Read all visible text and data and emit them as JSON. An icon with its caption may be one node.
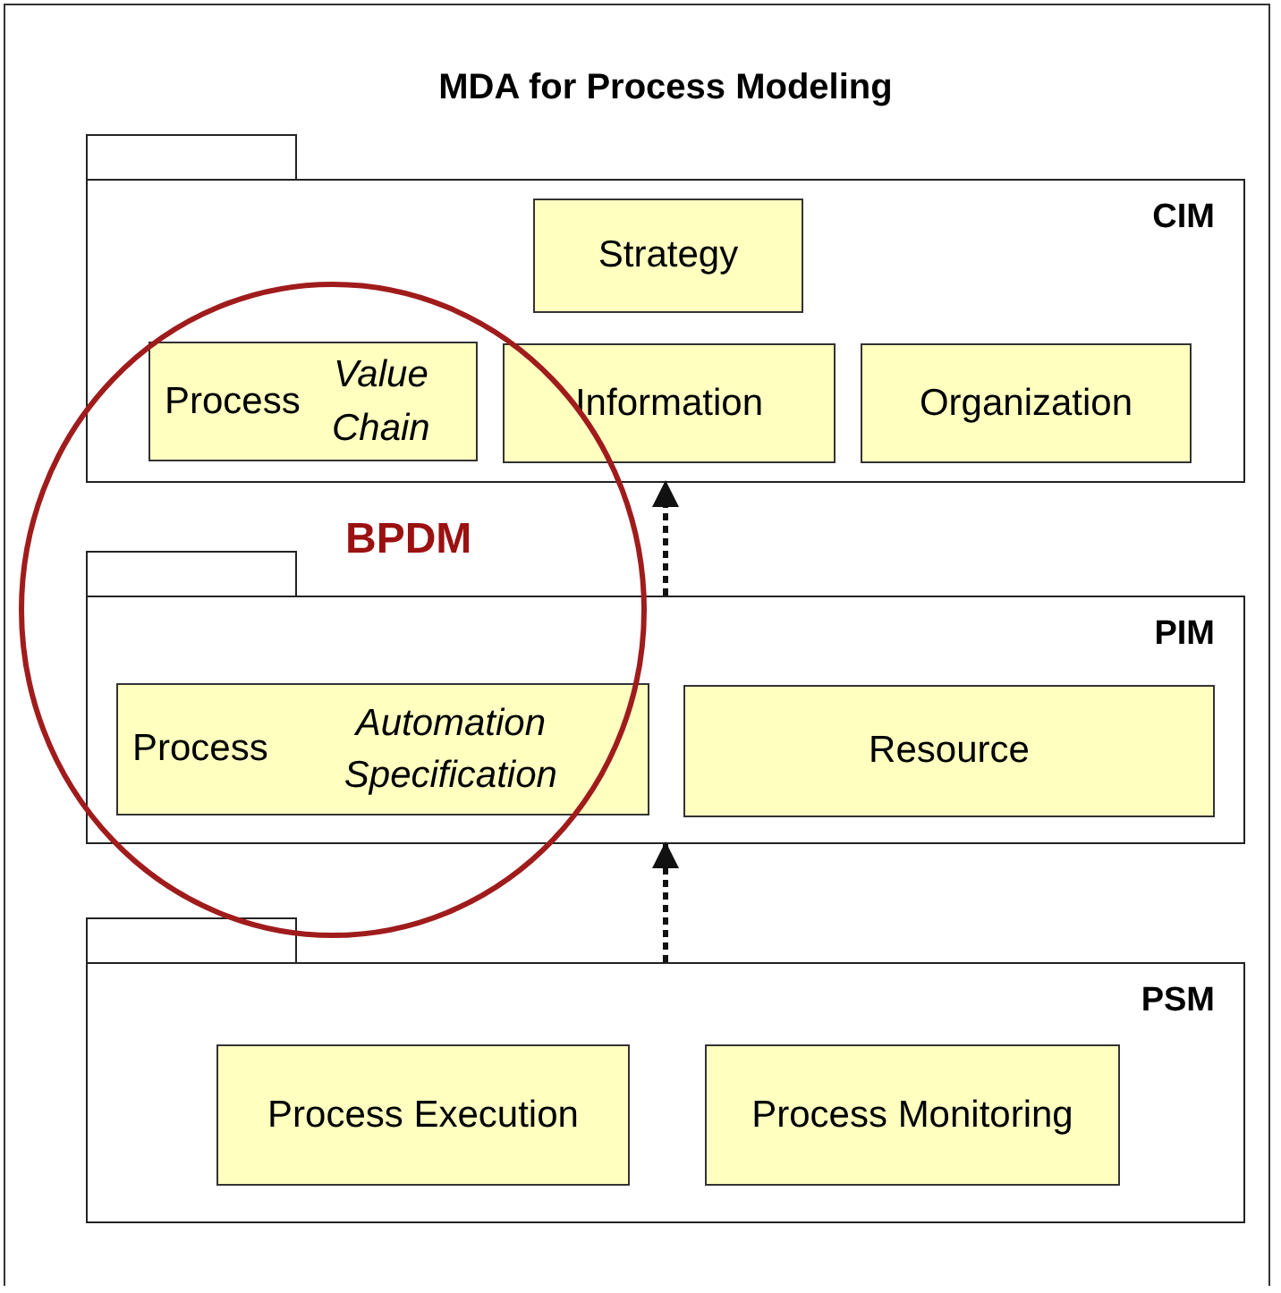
{
  "diagram": {
    "title": "MDA for Process Modeling",
    "nodes": [
      {
        "text": [
          "CIM"
        ]
      },
      {
        "text": [
          "Strategy"
        ],
        "in": 0
      },
      {
        "text": [
          "Process *Value Chain*"
        ]
      },
      {
        "text": [
          "Information"
        ],
        "in": 0
      },
      {
        "text": [
          "Organization"
        ],
        "in": 0
      },
      {
        "text": [
          "PIM"
        ]
      },
      {
        "text": [
          "Process *Automation Specification*"
        ]
      },
      {
        "text": [
          "Resource"
        ],
        "in": 5
      },
      {
        "text": [
          "PSM"
        ]
      },
      {
        "text": [
          "Process Execution"
        ],
        "in": 8
      },
      {
        "text": [
          "Process Monitoring"
        ],
        "in": 8
      },
      {
        "text": [
          "BPDM"
        ]
      },
      {
        "text": [],
        "shape": "box"
      },
      {
        "text": [],
        "shape": "box",
        "in": 11
      },
      {
        "text": [],
        "shape": "box"
      }
    ],
    "edges": [
      {
        "from": 5,
        "to": 0,
        "arrow": "to",
        "style": "dashed"
      },
      {
        "from": 8,
        "to": 5,
        "arrow": "to",
        "style": "dashed"
      }
    ]
  }
}
